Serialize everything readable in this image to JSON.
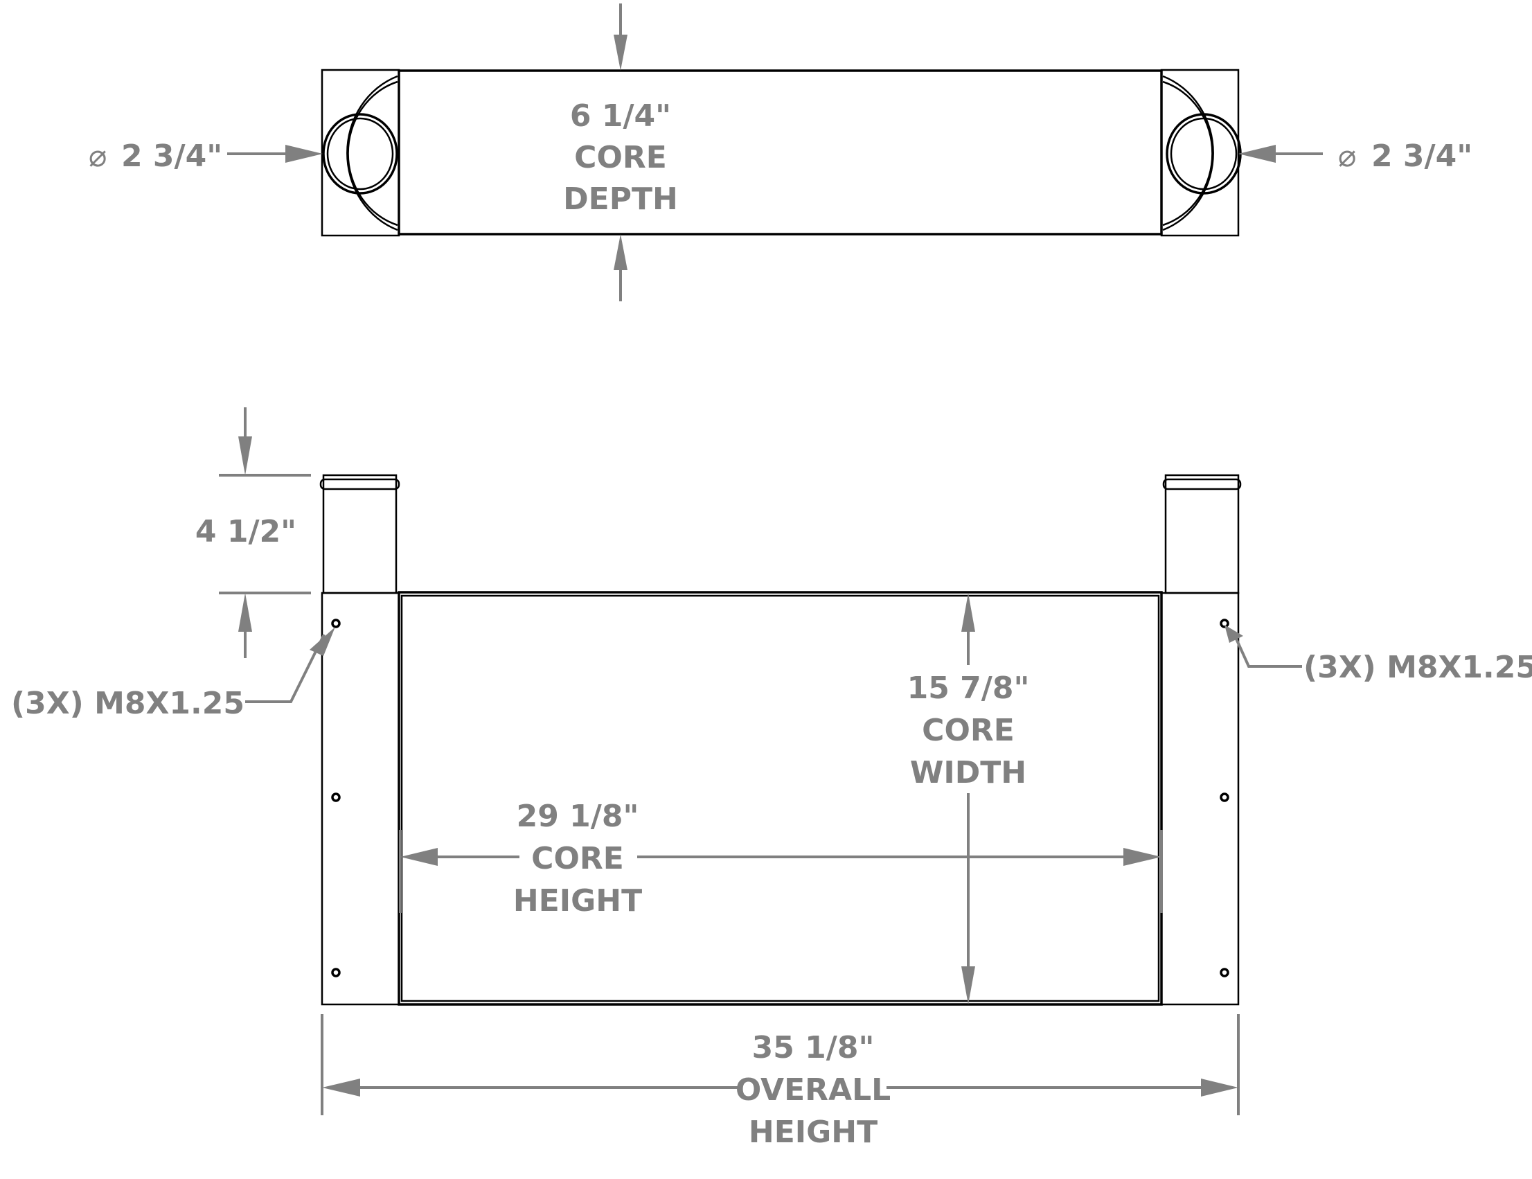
{
  "drawing": {
    "top_view": {
      "core_depth_value": "6 1/4\"",
      "core_depth_line1": "CORE",
      "core_depth_line2": "DEPTH",
      "left_port_diameter": "2 3/4\"",
      "right_port_diameter": "2 3/4\"",
      "diameter_symbol": "⌀"
    },
    "front_view": {
      "tube_height": "4 1/2\"",
      "left_thread_callout": "(3X) M8X1.25",
      "right_thread_callout": "(3X) M8X1.25",
      "core_width_value": "15 7/8\"",
      "core_width_line1": "CORE",
      "core_width_line2": "WIDTH",
      "core_height_value": "29 1/8\"",
      "core_height_line1": "CORE",
      "core_height_line2": "HEIGHT",
      "overall_value": "35 1/8\"",
      "overall_line1": "OVERALL",
      "overall_line2": "HEIGHT"
    },
    "colors": {
      "line": "#000000",
      "dimension": "#808080"
    }
  }
}
